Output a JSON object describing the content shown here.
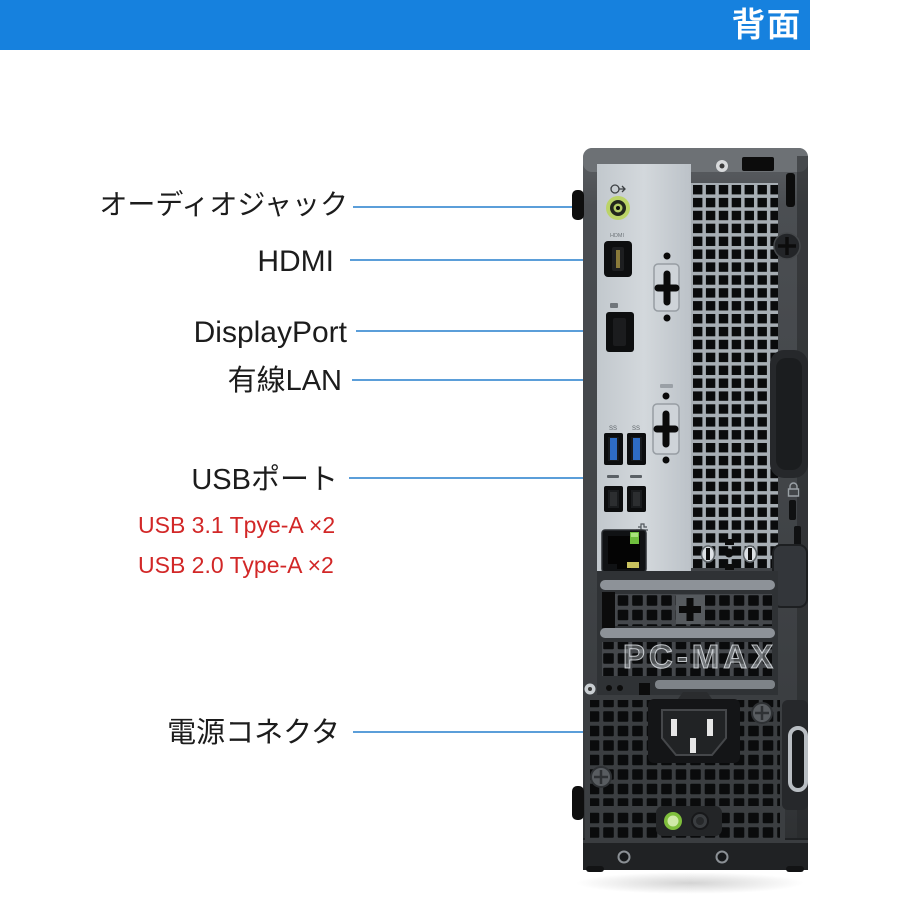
{
  "header": {
    "title": "背面",
    "bar_color": "#1681de"
  },
  "annotations": {
    "line_color": "#5b9ed9",
    "note_color": "#d22727",
    "audio": {
      "label": "オーディオジャック"
    },
    "hdmi": {
      "label": "HDMI"
    },
    "displayport": {
      "label": "DisplayPort"
    },
    "lan": {
      "label": "有線LAN"
    },
    "usb": {
      "label": "USBポート"
    },
    "power": {
      "label": "電源コネクタ"
    },
    "usb_notes": [
      {
        "text": "USB 3.1 Tpye-A ×2"
      },
      {
        "text": "USB 2.0 Type-A ×2"
      }
    ]
  },
  "pc": {
    "watermark": "PC-MAX",
    "micro_labels": {
      "hdmi": "HDMI",
      "usb3_left": "SS",
      "usb3_right": "SS"
    },
    "status_leds": {
      "power_led": "green"
    }
  }
}
